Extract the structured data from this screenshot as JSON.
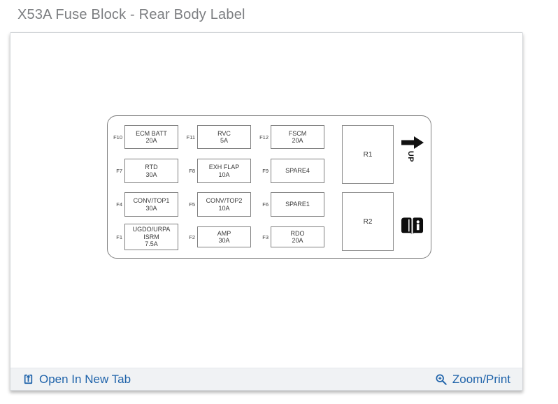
{
  "page": {
    "title": "X53A Fuse Block - Rear Body Label"
  },
  "footer": {
    "open_link": "Open In New Tab",
    "zoom_link": "Zoom/Print"
  },
  "diagram": {
    "orientation": {
      "up_label": "UP"
    },
    "relays": [
      {
        "id": "R1"
      },
      {
        "id": "R2"
      }
    ],
    "fuses": [
      {
        "slot": "F10",
        "lines": [
          "ECM BATT",
          "20A"
        ]
      },
      {
        "slot": "F11",
        "lines": [
          "RVC",
          "5A"
        ]
      },
      {
        "slot": "F12",
        "lines": [
          "FSCM",
          "20A"
        ]
      },
      {
        "slot": "F7",
        "lines": [
          "RTD",
          "30A"
        ]
      },
      {
        "slot": "F8",
        "lines": [
          "EXH FLAP",
          "10A"
        ]
      },
      {
        "slot": "F9",
        "lines": [
          "SPARE4"
        ]
      },
      {
        "slot": "F4",
        "lines": [
          "CONV/TOP1",
          "30A"
        ]
      },
      {
        "slot": "F5",
        "lines": [
          "CONV/TOP2",
          "10A"
        ]
      },
      {
        "slot": "F6",
        "lines": [
          "SPARE1"
        ]
      },
      {
        "slot": "F1",
        "lines": [
          "UGDO/URPA",
          "ISRM",
          "7.5A"
        ]
      },
      {
        "slot": "F2",
        "lines": [
          "AMP",
          "30A"
        ]
      },
      {
        "slot": "F3",
        "lines": [
          "RDO",
          "20A"
        ]
      }
    ]
  },
  "colors": {
    "link_blue": "#1f63aa",
    "title_gray": "#7c7e81",
    "outline_gray": "#7f7f7f",
    "footer_bg": "#f0f2f4",
    "panel_border": "#d4d7da",
    "icon_black": "#111111"
  }
}
